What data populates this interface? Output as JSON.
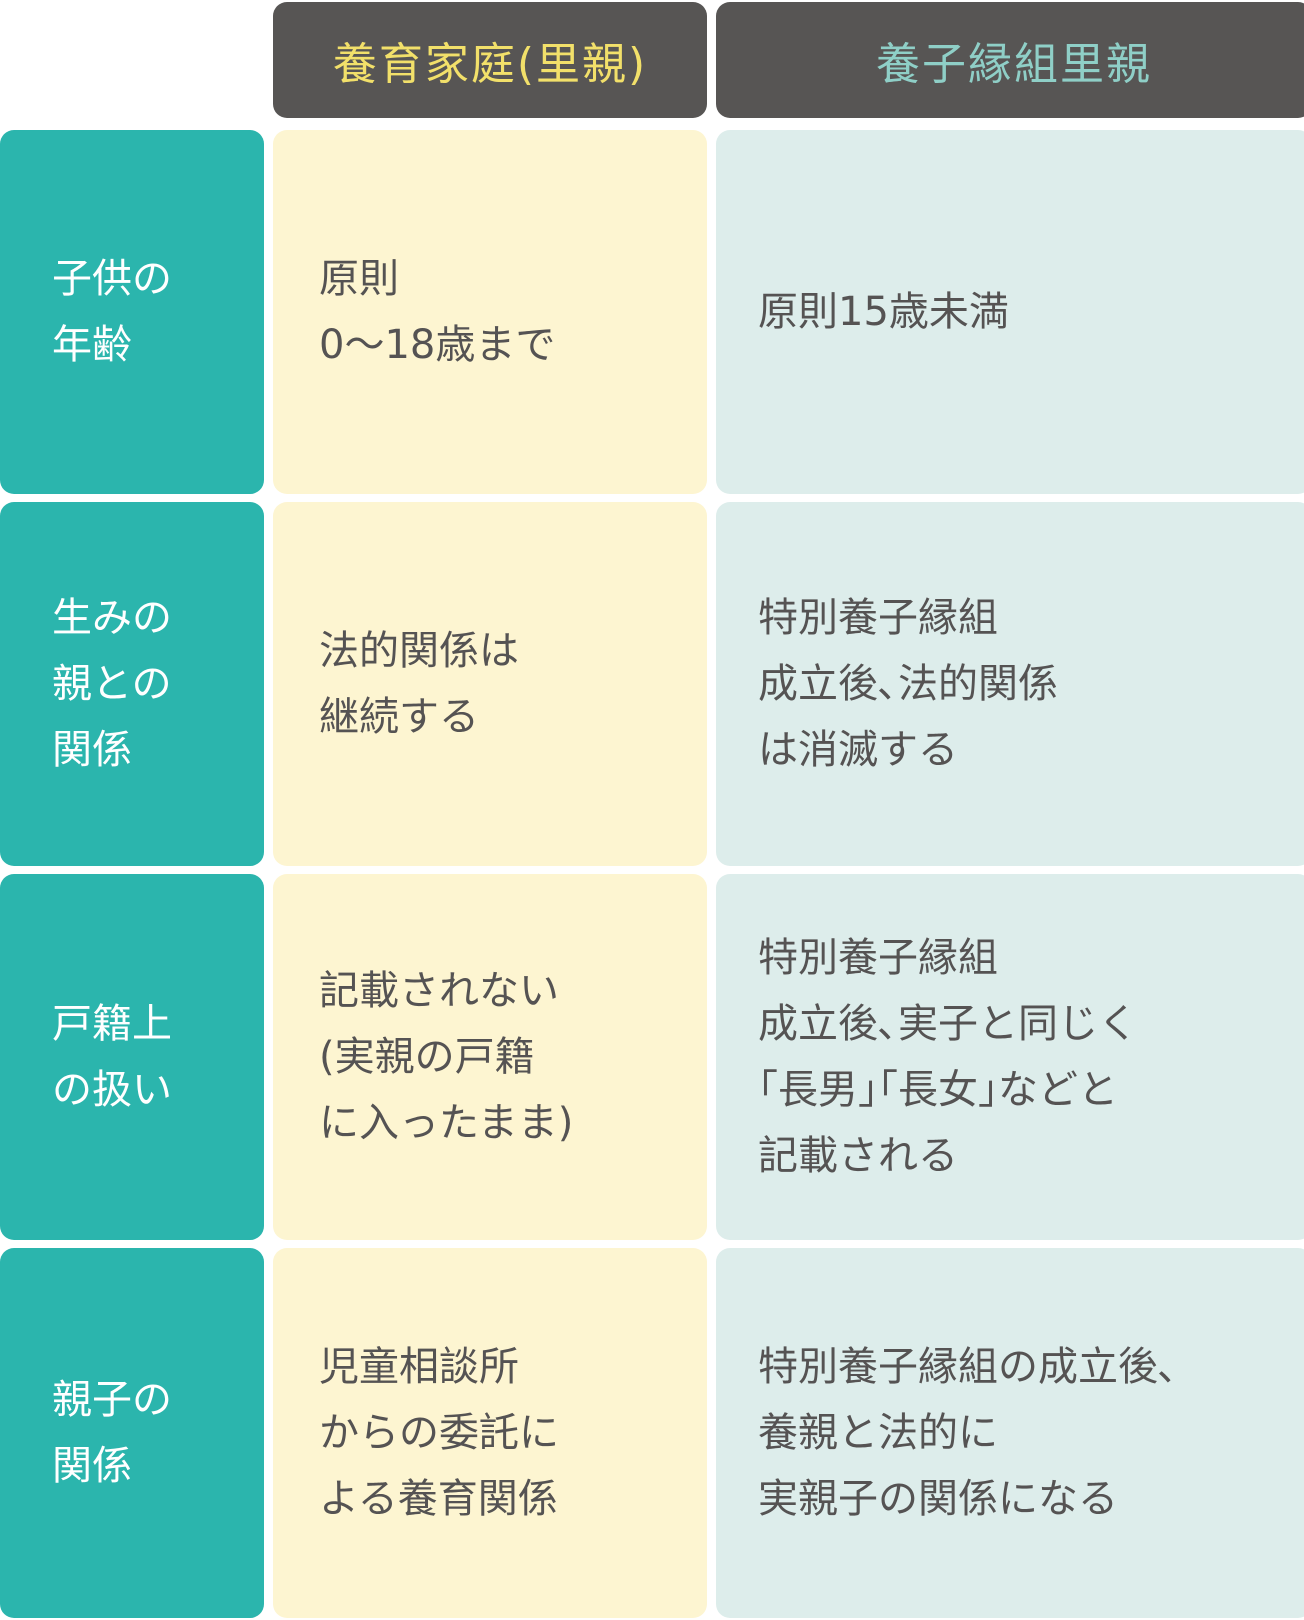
{
  "table": {
    "columns": [
      "養育家庭(里親)",
      "養子縁組里親"
    ],
    "rows": [
      {
        "label": "子供の\n年齢",
        "foster": "原則\n0〜18歳まで",
        "adoption": "原則15歳未満"
      },
      {
        "label": "生みの\n親との\n関係",
        "foster": "法的関係は\n継続する",
        "adoption": "特別養子縁組\n成立後､法的関係\nは消滅する"
      },
      {
        "label": "戸籍上\nの扱い",
        "foster": "記載されない\n(実親の戸籍\nに入ったまま)",
        "adoption": "特別養子縁組\n成立後､実子と同じく\n｢長男｣｢長女｣などと\n記載される"
      },
      {
        "label": "親子の\n関係",
        "foster": "児童相談所\nからの委託に\nよる養育関係",
        "adoption": "特別養子縁組の成立後､\n養親と法的に\n実親子の関係になる"
      }
    ]
  },
  "colors": {
    "header_bg": "#575554",
    "foster_header_text": "#f2e06a",
    "adoption_header_text": "#8fcfc7",
    "row_label_bg": "#2bb5ad",
    "foster_cell_bg": "#fdf5d1",
    "adoption_cell_bg": "#ddedeb",
    "body_text": "#555353"
  }
}
